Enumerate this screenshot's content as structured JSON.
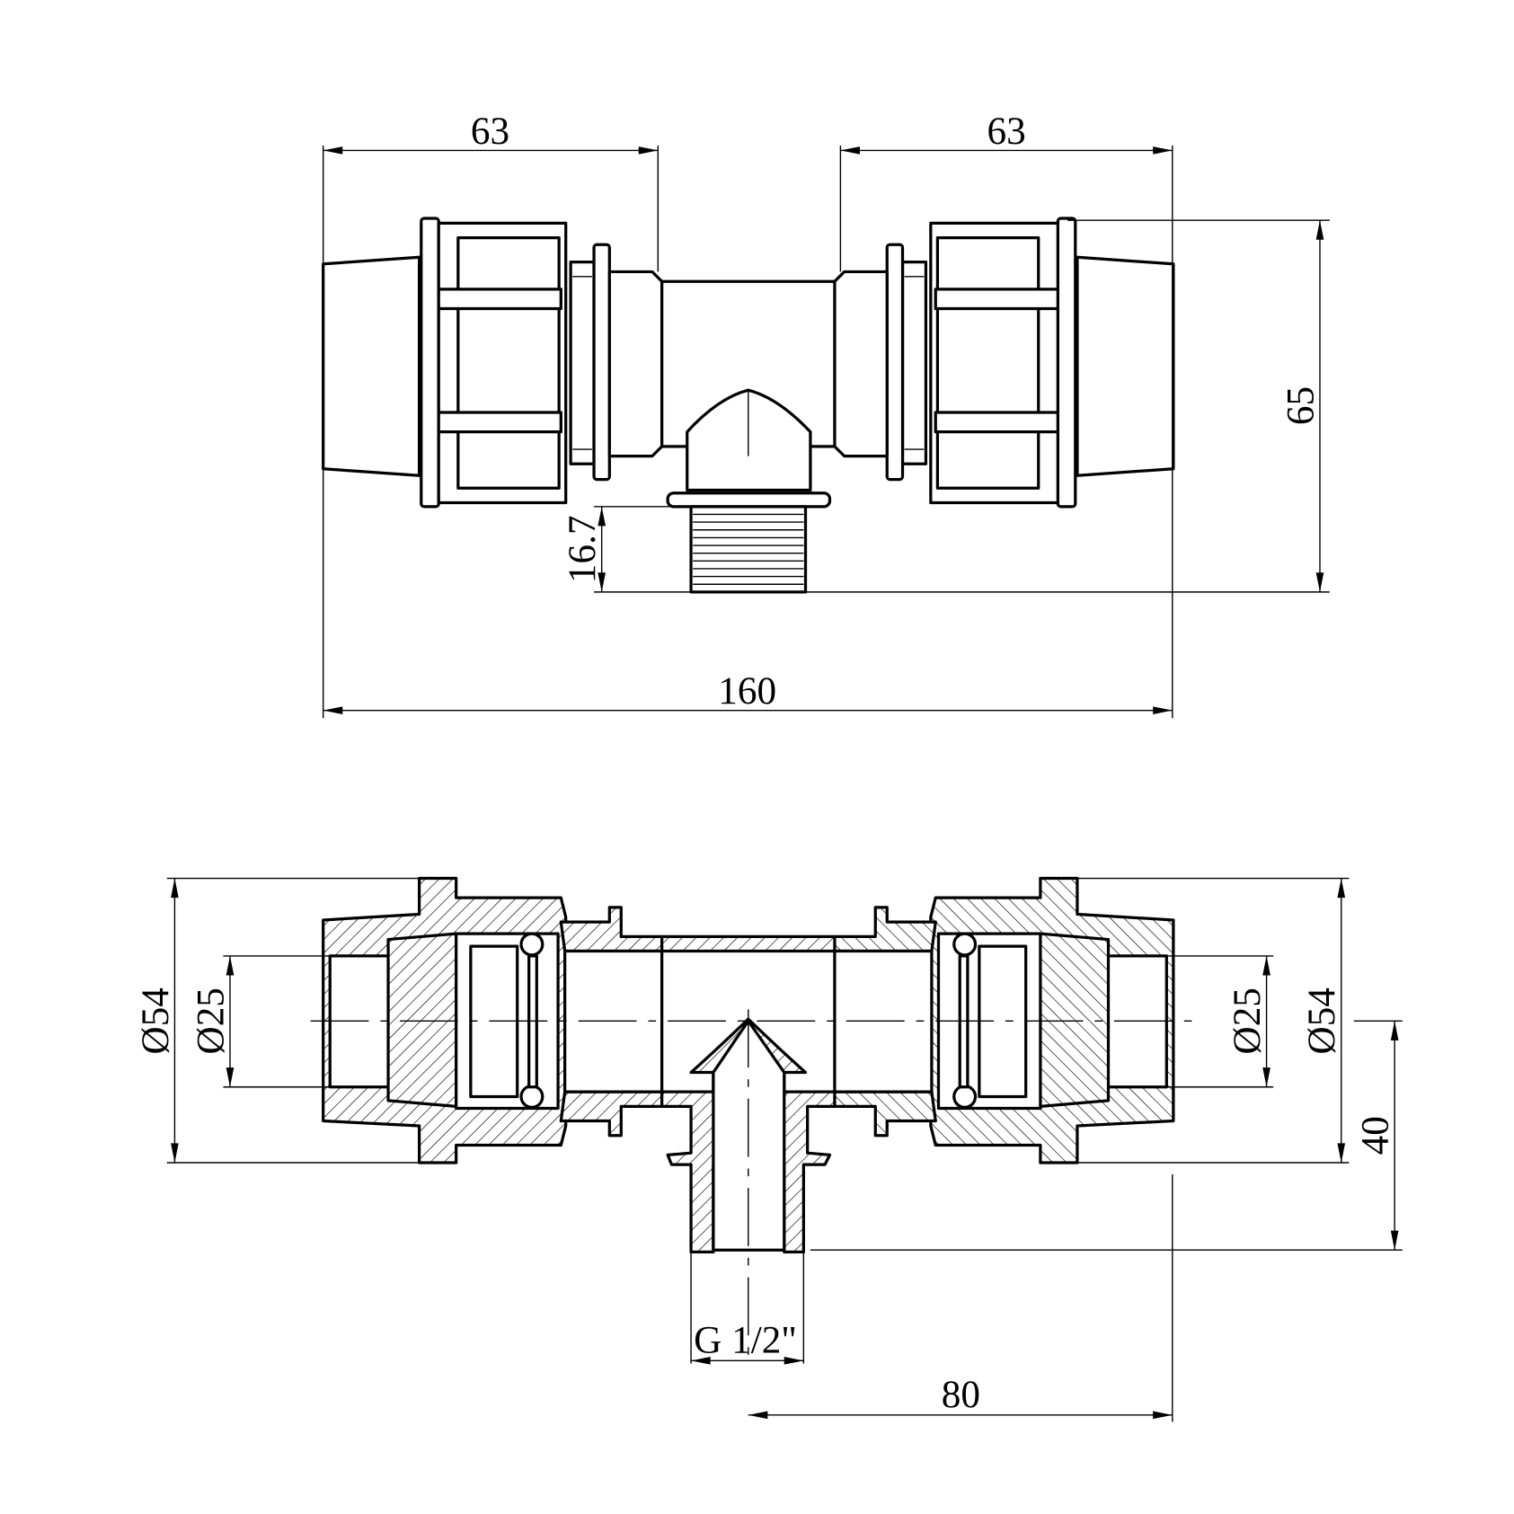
{
  "drawing": {
    "title": "Compression tee with male thread outlet - technical drawing",
    "top_view": {
      "dim_left_length": "63",
      "dim_right_length": "63",
      "dim_height": "65",
      "dim_thread_length": "16.7",
      "dim_total_length": "160"
    },
    "section_view": {
      "dim_outer_diameter_left": "Ø54",
      "dim_inner_diameter_left": "Ø25",
      "dim_inner_diameter_right": "Ø25",
      "dim_outer_diameter_right": "Ø54",
      "dim_outlet_height": "40",
      "dim_thread_size": "G 1/2\"",
      "dim_half_length": "80"
    }
  }
}
